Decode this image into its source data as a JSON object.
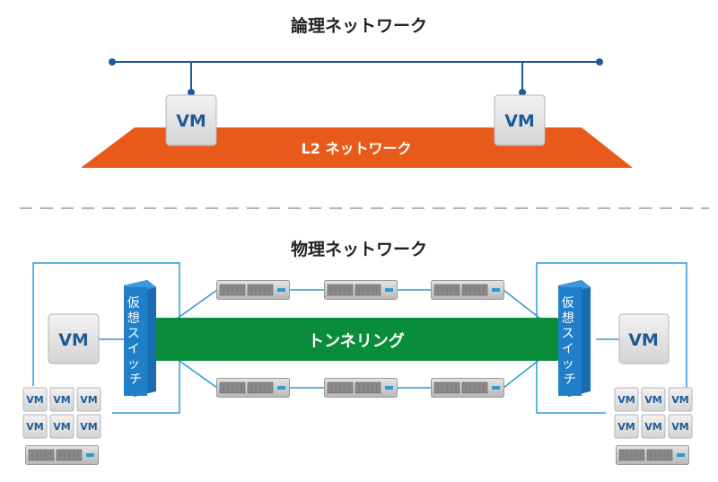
{
  "logical": {
    "title": "論理ネットワーク",
    "l2_label": "L2 ネットワーク",
    "vm_left": "VM",
    "vm_right": "VM"
  },
  "physical": {
    "title": "物理ネットワーク",
    "tunnel_label": "トンネリング",
    "vswitch_left": [
      "仮",
      "想",
      "ス",
      "イ",
      "ッ",
      "チ"
    ],
    "vswitch_right": [
      "仮",
      "想",
      "ス",
      "イ",
      "ッ",
      "チ"
    ],
    "vm_left": "VM",
    "vm_right": "VM",
    "small_vm_label": "VM"
  },
  "colors": {
    "l2": "#e85a1a",
    "tunnel": "#0a8d3a",
    "line": "#2a9bd6",
    "bus": "#1f5a96",
    "vswitch": "#1f7fc8"
  }
}
